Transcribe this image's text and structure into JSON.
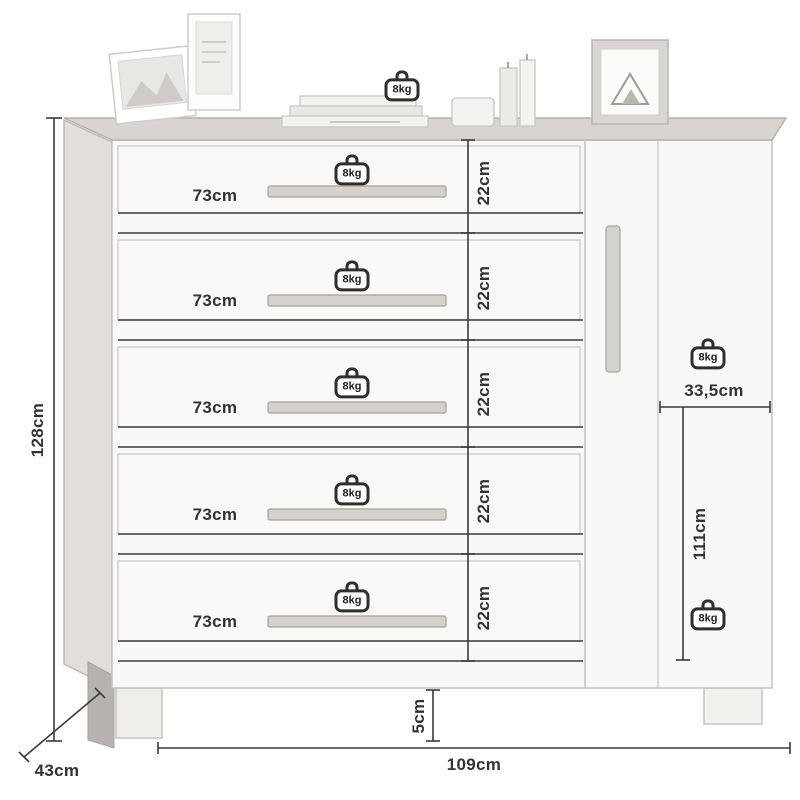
{
  "dimensions": {
    "overall_height": "128cm",
    "overall_depth": "43cm",
    "overall_width": "109cm",
    "leg_height": "5cm"
  },
  "top": {
    "max_weight": "8kg"
  },
  "drawers": [
    {
      "width": "73cm",
      "height": "22cm",
      "max_weight": "8kg"
    },
    {
      "width": "73cm",
      "height": "22cm",
      "max_weight": "8kg"
    },
    {
      "width": "73cm",
      "height": "22cm",
      "max_weight": "8kg"
    },
    {
      "width": "73cm",
      "height": "22cm",
      "max_weight": "8kg"
    },
    {
      "width": "73cm",
      "height": "22cm",
      "max_weight": "8kg"
    }
  ],
  "door": {
    "width": "33,5cm",
    "height": "111cm",
    "upper_max_weight": "8kg",
    "lower_max_weight": "8kg"
  }
}
